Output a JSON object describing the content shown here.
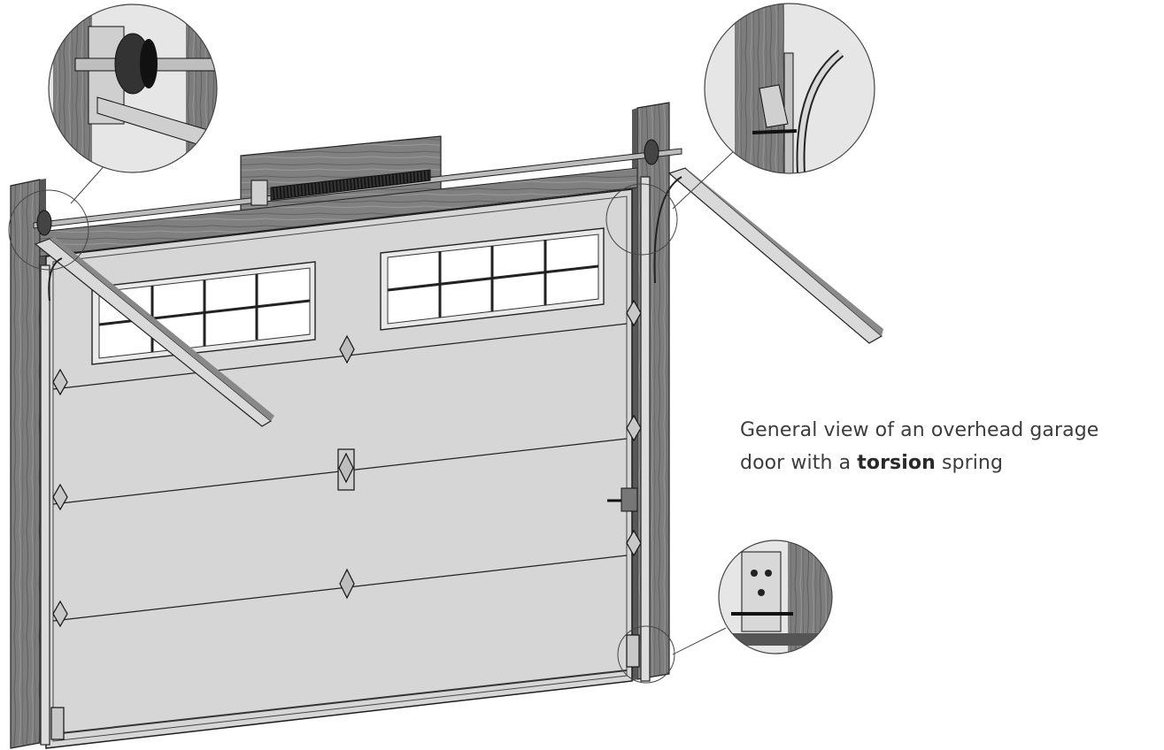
{
  "caption": {
    "line1": "General view of an overhead garage",
    "line2_prefix": "door with a ",
    "line2_bold": "torsion",
    "line2_suffix": " spring"
  },
  "colors": {
    "wood": "#7a7a7a",
    "wood_dark": "#4a4a4a",
    "panel": "#d4d4d4",
    "metal": "#cfcfcf",
    "spring": "#2b2b2b",
    "window": "#ffffff",
    "outline": "#1e1e1e"
  },
  "icons": {
    "detail_top_left": "spring-drum-detail",
    "detail_top_right": "track-bracket-detail",
    "detail_bottom_right": "bottom-bracket-detail"
  }
}
